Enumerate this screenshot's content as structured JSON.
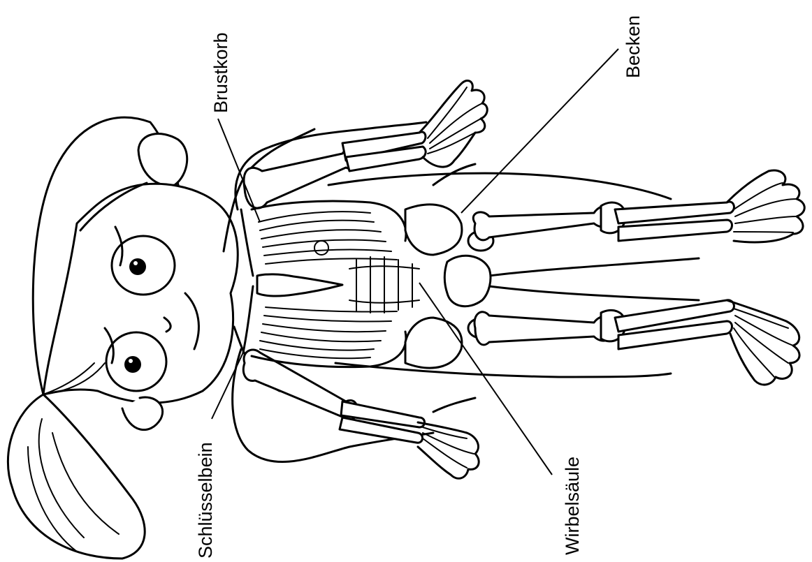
{
  "labels": {
    "schluesselbein": "Schlüsselbein",
    "brustkorb": "Brustkorb",
    "becken": "Becken",
    "wirbelsaeule": "Wirbelsäule"
  },
  "colors": {
    "line": "#000000",
    "background": "#ffffff"
  }
}
